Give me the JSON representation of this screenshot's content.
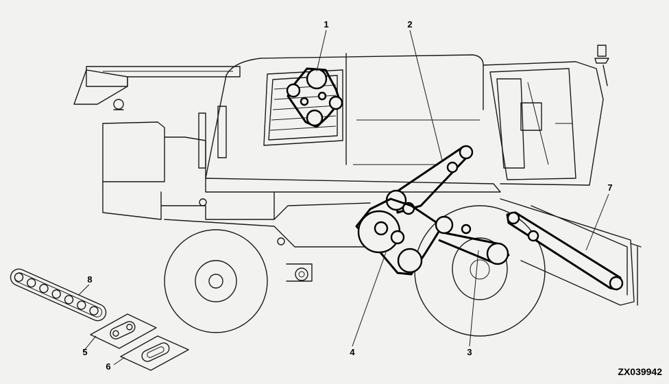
{
  "callouts": {
    "c1": "1",
    "c2": "2",
    "c3": "3",
    "c4": "4",
    "c5": "5",
    "c6": "6",
    "c7": "7",
    "c8": "8"
  },
  "figure_code": "ZX039942",
  "colors": {
    "background": "#f2f2f0",
    "line": "#1a1a1a",
    "belt": "#000000"
  }
}
